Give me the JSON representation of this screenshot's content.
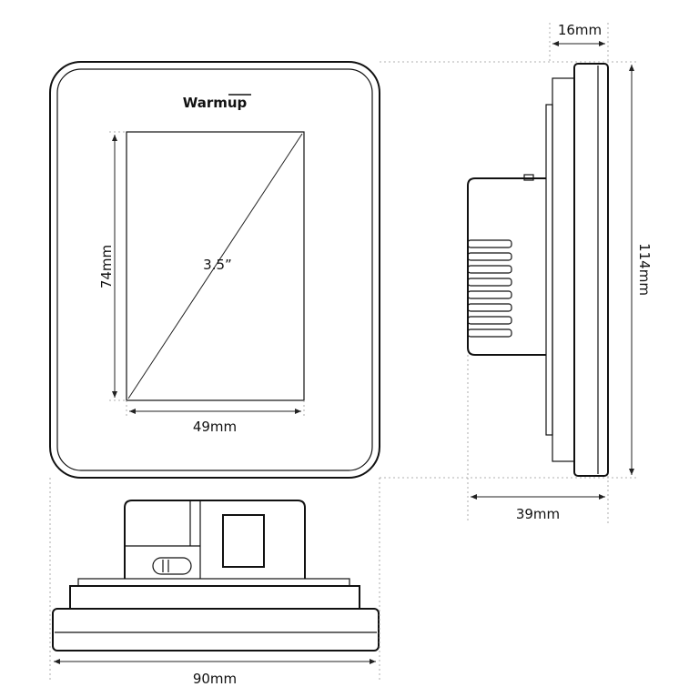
{
  "brand": {
    "logo_text": "Warmup"
  },
  "screen": {
    "diagonal_label": "3.5”"
  },
  "dimensions": {
    "screen_height": "74mm",
    "screen_width": "49mm",
    "depth_top": "16mm",
    "height": "114mm",
    "depth_total": "39mm",
    "width": "90mm"
  },
  "colors": {
    "line": "#111111",
    "dim_line": "#222222",
    "guide": "#999999",
    "background": "#ffffff"
  }
}
